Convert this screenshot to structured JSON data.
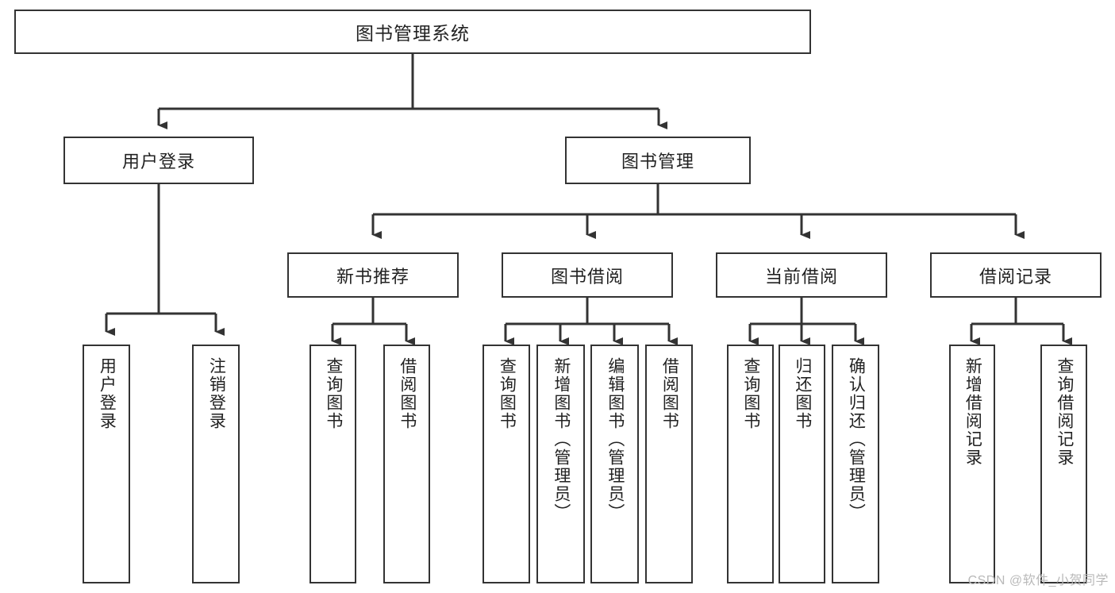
{
  "diagram": {
    "title": "图书管理系统",
    "watermark": "CSDN @软件_小贺同学",
    "level1": {
      "root": "图书管理系统"
    },
    "level2": {
      "user_login": "用户登录",
      "book_manage": "图书管理"
    },
    "level3": {
      "new_book_recommend": "新书推荐",
      "book_borrow": "图书借阅",
      "current_borrow": "当前借阅",
      "borrow_record": "借阅记录"
    },
    "leaves": {
      "user_login_1": "用户登录",
      "user_login_2": "注销登录",
      "recommend_1": "查询图书",
      "recommend_2": "借阅图书",
      "borrow_1": "查询图书",
      "borrow_2": "新增图书（管理员）",
      "borrow_3": "编辑图书（管理员）",
      "borrow_4": "借阅图书",
      "current_1": "查询图书",
      "current_2": "归还图书",
      "current_3": "确认归还（管理员）",
      "record_1": "新增借阅记录",
      "record_2": "查询借阅记录"
    },
    "colors": {
      "border": "#333333",
      "background": "#ffffff",
      "text": "#222222",
      "watermark": "#b9b9b9"
    }
  }
}
